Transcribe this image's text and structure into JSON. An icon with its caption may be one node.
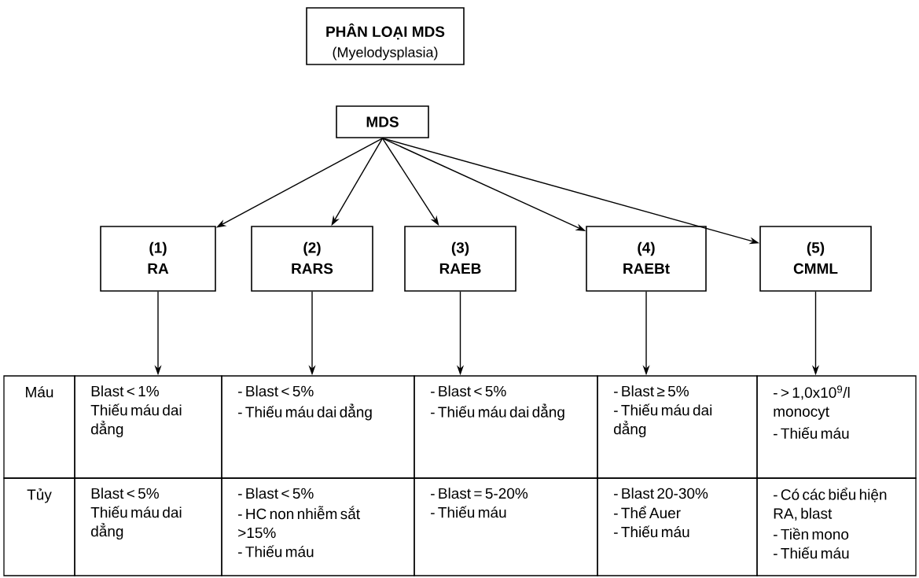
{
  "diagram": {
    "nodes": [
      {
        "text": [
          "PHÂN LOẠI MDS",
          "(Myelodysplasia)"
        ]
      },
      {
        "text": [
          "MDS"
        ]
      },
      {
        "text": [
          "(1)",
          "RA"
        ]
      },
      {
        "text": [
          "(2)",
          "RARS"
        ]
      },
      {
        "text": [
          "(3)",
          "RAEB"
        ]
      },
      {
        "text": [
          "(4)",
          "RAEBt"
        ]
      },
      {
        "text": [
          "(5)",
          "CMML"
        ]
      },
      {
        "text": [
          "Máu"
        ]
      },
      {
        "text": [
          "Blast < 1%",
          "Thiếu máu dai dẳng"
        ]
      },
      {
        "text": [
          "- Blast < 5%",
          "- Thiếu máu dai dẳng"
        ]
      },
      {
        "text": [
          "- Blast < 5%",
          "- Thiếu máu dai dẳng"
        ]
      },
      {
        "text": [
          "- Blast ≥ 5%",
          "- Thiếu máu dai dẳng"
        ]
      },
      {
        "text": [
          "- > 1,0x10$^{9}$/l monocyt",
          "- Thiếu máu"
        ]
      },
      {
        "text": [
          "Tủy"
        ]
      },
      {
        "text": [
          "Blast < 5%",
          "Thiếu máu dai dẳng"
        ]
      },
      {
        "text": [
          "- Blast < 5%",
          "- HC non nhiễm sắt >15%",
          "- Thiếu máu"
        ]
      },
      {
        "text": [
          "- Blast = 5-20%",
          "- Thiếu máu"
        ]
      },
      {
        "text": [
          "- Blast 20-30%",
          "- Thể Auer",
          "- Thiếu máu"
        ]
      },
      {
        "text": [
          "- Có các biểu hiện RA, blast",
          "- Tiền mono",
          "- Thiếu máu"
        ]
      }
    ],
    "edges": [
      {
        "from": 1,
        "to": 2,
        "arrow": "to"
      },
      {
        "from": 1,
        "to": 3,
        "arrow": "to"
      },
      {
        "from": 1,
        "to": 4,
        "arrow": "to"
      },
      {
        "from": 1,
        "to": 5,
        "arrow": "to"
      },
      {
        "from": 1,
        "to": 6,
        "arrow": "to"
      },
      {
        "from": 2,
        "to": 8,
        "arrow": "to"
      },
      {
        "from": 3,
        "to": 9,
        "arrow": "to"
      },
      {
        "from": 4,
        "to": 10,
        "arrow": "to"
      },
      {
        "from": 5,
        "to": 11,
        "arrow": "to"
      },
      {
        "from": 6,
        "to": 12,
        "arrow": "to"
      }
    ]
  }
}
